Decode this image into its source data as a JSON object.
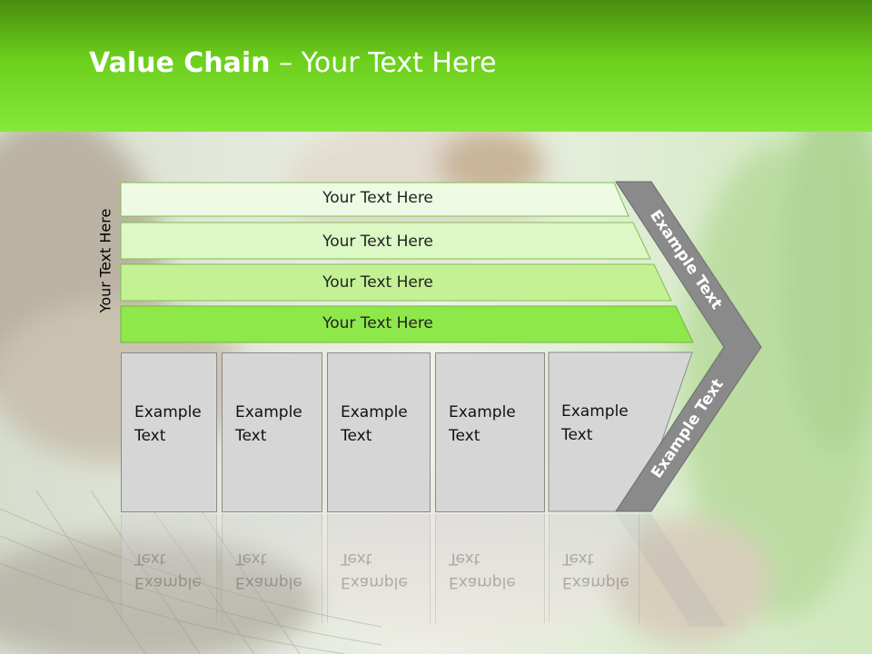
{
  "title": {
    "bold": "Value Chain",
    "rest": " – Your Text Here"
  },
  "side_label": "Your Text Here",
  "rows": [
    {
      "label": "Your Text Here",
      "color": "#eefbe2"
    },
    {
      "label": "Your Text Here",
      "color": "#dcf8c4"
    },
    {
      "label": "Your Text Here",
      "color": "#c4f194"
    },
    {
      "label": "Your Text Here",
      "color": "#8ee84a"
    }
  ],
  "boxes": [
    {
      "label": "Example\nText"
    },
    {
      "label": "Example\nText"
    },
    {
      "label": "Example\nText"
    },
    {
      "label": "Example\nText"
    },
    {
      "label": "Example\nText"
    }
  ],
  "chevron": {
    "top_label": "Example Text",
    "bottom_label": "Example Text",
    "color": "#8a8a8a"
  },
  "colors": {
    "header_green": "#6ccf1c",
    "box_gray": "#d6d6d6"
  }
}
